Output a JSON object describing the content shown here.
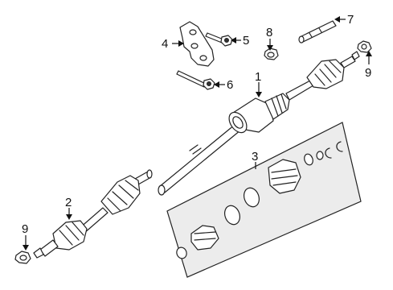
{
  "callouts": {
    "c1": "1",
    "c2": "2",
    "c3": "3",
    "c4": "4",
    "c5": "5",
    "c6": "6",
    "c7": "7",
    "c8": "8",
    "c9_right": "9",
    "c9_left": "9"
  }
}
